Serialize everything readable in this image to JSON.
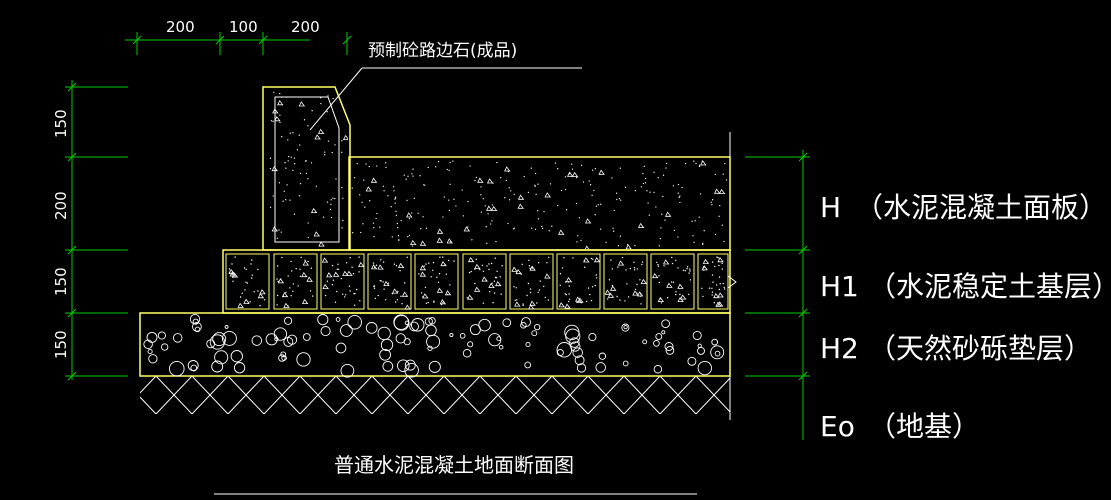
{
  "colors": {
    "background": "#000000",
    "outline": "#ffff66",
    "dimension": "#00cc00",
    "hatch": "#ffffff",
    "ground_line": "#ffffff",
    "text": "#ffffff"
  },
  "top_dimensions": [
    "200",
    "100",
    "200"
  ],
  "left_dimensions": [
    "150",
    "200",
    "150",
    "150"
  ],
  "callout": "预制砼路边石(成品)",
  "layers": [
    {
      "code": "H",
      "name": "（水泥混凝土面板）"
    },
    {
      "code": "H1",
      "name": "（水泥稳定土基层）"
    },
    {
      "code": "H2",
      "name": "（天然砂砾垫层）"
    },
    {
      "code": "Eo",
      "name": "（地基）"
    }
  ],
  "title": "普通水泥混凝土地面断面图"
}
